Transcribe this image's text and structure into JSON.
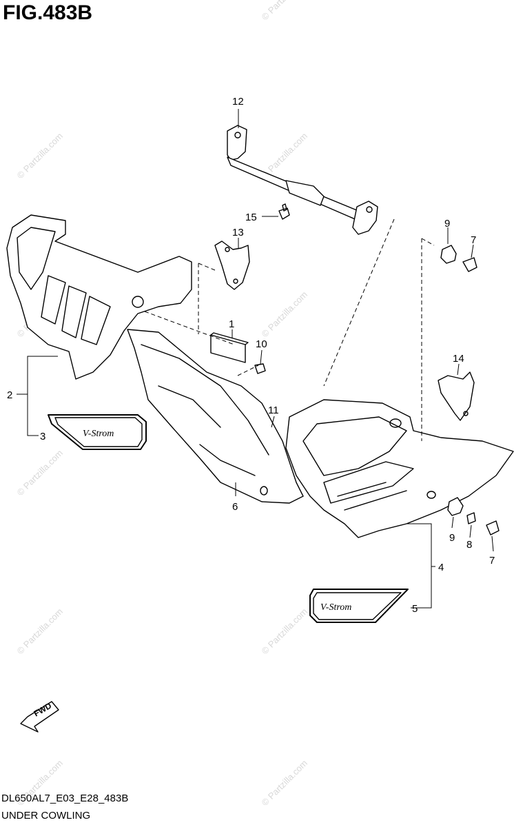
{
  "figure": {
    "title": "FIG.483B"
  },
  "footer": {
    "code": "DL650AL7_E03_E28_483B",
    "name": "UNDER COWLING"
  },
  "watermark": "© Partzilla.com",
  "fwd_label": "FWD",
  "emblem_text": "V-Strom",
  "callouts": [
    "12",
    "15",
    "13",
    "1",
    "10",
    "2",
    "3",
    "11",
    "6",
    "9",
    "7",
    "14",
    "9",
    "8",
    "7",
    "4",
    "5"
  ]
}
